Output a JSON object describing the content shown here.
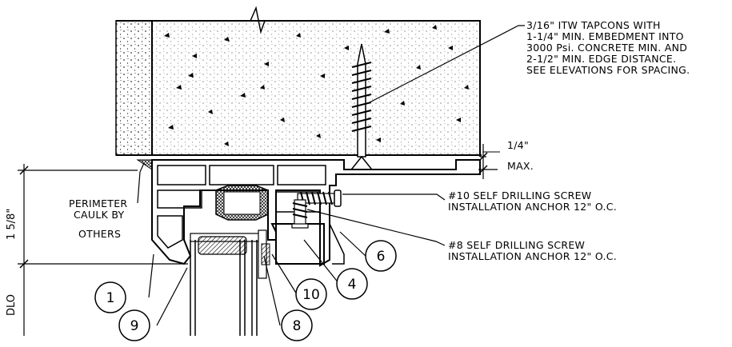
{
  "notes": {
    "tapcons": [
      "3/16\" ITW TAPCONS WITH",
      "1-1/4\" MIN. EMBEDMENT INTO",
      "3000 Psi. CONCRETE MIN. AND",
      "2-1/2\" MIN. EDGE DISTANCE.",
      "SEE ELEVATIONS FOR SPACING."
    ],
    "gap": [
      "1/4\"",
      "MAX."
    ],
    "screw10": [
      "#10 SELF DRILLING SCREW",
      "INSTALLATION ANCHOR 12\" O.C."
    ],
    "screw8": [
      "#8 SELF DRILLING SCREW",
      "INSTALLATION ANCHOR 12\" O.C."
    ],
    "caulk": [
      "PERIMETER",
      "CAULK BY",
      "OTHERS"
    ]
  },
  "dimensions": {
    "vertical": "1 5/8\"",
    "dlo": "DLO"
  },
  "tags": [
    "1",
    "9",
    "10",
    "8",
    "4",
    "6"
  ]
}
